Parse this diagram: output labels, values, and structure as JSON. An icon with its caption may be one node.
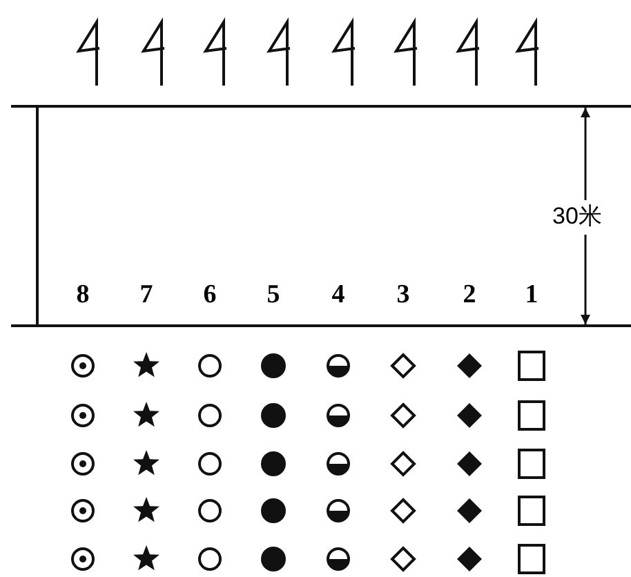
{
  "diagram": {
    "labels": [
      "30米",
      "8",
      "7",
      "6",
      "5",
      "4",
      "3",
      "2",
      "1"
    ]
  }
}
